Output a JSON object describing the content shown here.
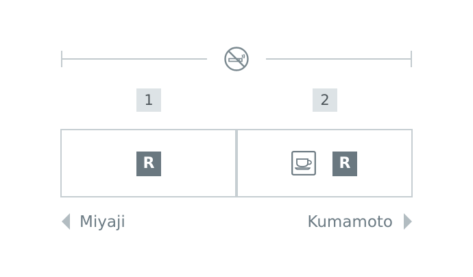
{
  "header": {
    "icon": "no-smoking-icon"
  },
  "cars": [
    {
      "number": "1",
      "facilities": [
        {
          "icon": "restroom-badge",
          "label": "R"
        }
      ]
    },
    {
      "number": "2",
      "facilities": [
        {
          "icon": "cafe-cup-icon"
        },
        {
          "icon": "restroom-badge",
          "label": "R"
        }
      ]
    }
  ],
  "directions": {
    "left": "Miyaji",
    "right": "Kumamoto"
  },
  "colors": {
    "line": "#c2cace",
    "badge": "#6a7880",
    "number_bg": "#dde3e6",
    "text": "#6c7b84",
    "arrow": "#b2bcc1"
  }
}
